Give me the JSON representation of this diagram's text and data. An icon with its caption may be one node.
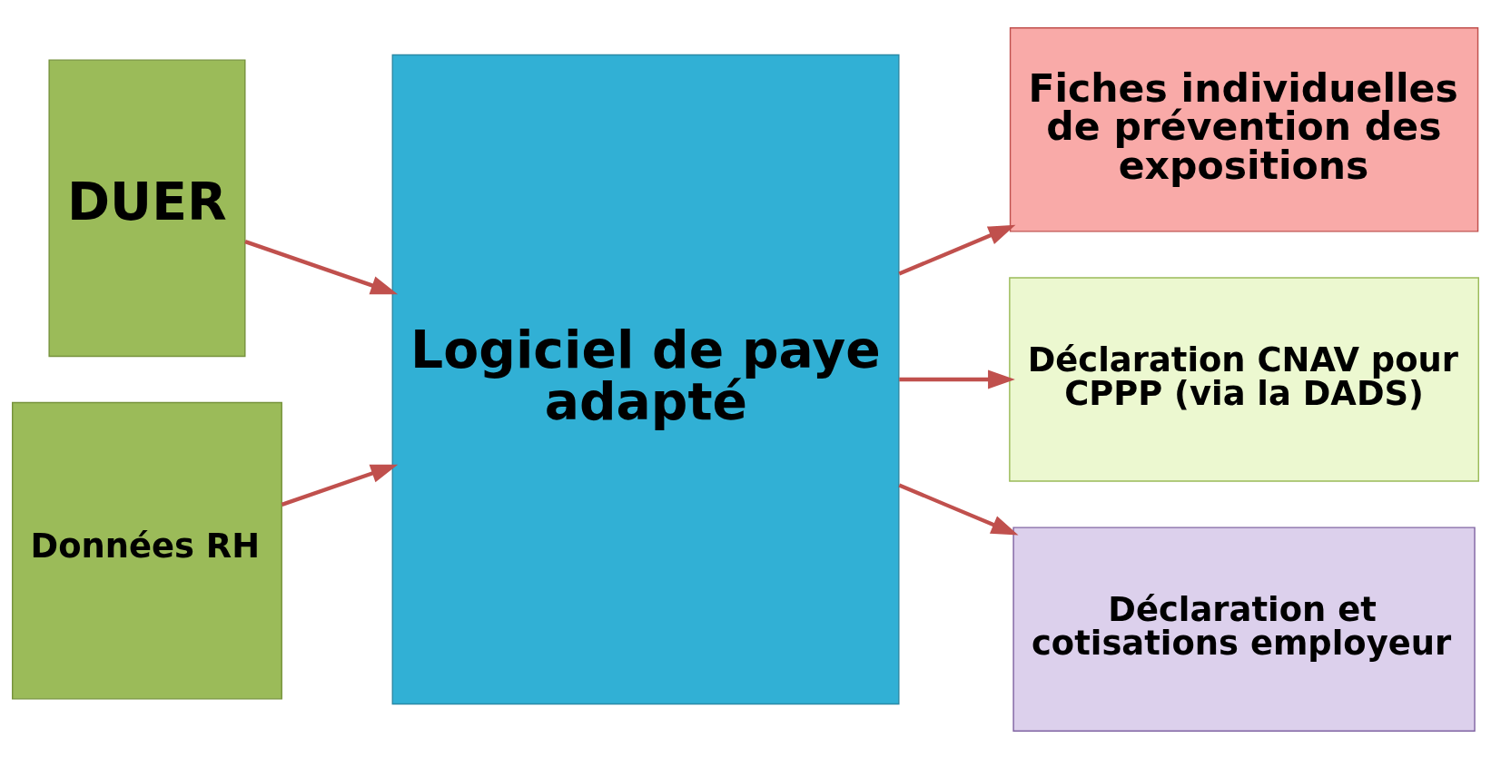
{
  "diagram": {
    "nodes": [
      {
        "text": [
          "DUER"
        ]
      },
      {
        "text": [
          "Données RH"
        ]
      },
      {
        "text": [
          "Logiciel de paye adapté"
        ]
      },
      {
        "text": [
          "Fiches individuelles de prévention des expositions"
        ]
      },
      {
        "text": [
          "Déclaration CNAV pour CPPP (via la DADS)"
        ]
      },
      {
        "text": [
          "Déclaration et cotisations employeur"
        ]
      }
    ],
    "edges": [
      {
        "from": 0,
        "to": 2,
        "arrow": "to"
      },
      {
        "from": 1,
        "to": 2,
        "arrow": "to"
      },
      {
        "from": 2,
        "to": 3,
        "arrow": "to"
      },
      {
        "from": 2,
        "to": 4,
        "arrow": "to"
      },
      {
        "from": 2,
        "to": 5,
        "arrow": "to"
      }
    ]
  }
}
